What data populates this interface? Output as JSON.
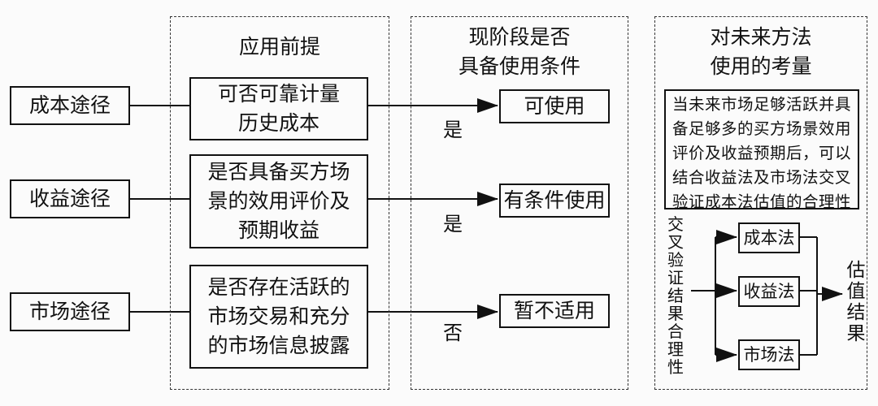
{
  "headers": {
    "col1": "应用前提",
    "col2": "现阶段是否\n具备使用条件",
    "col3": "对未来方法\n使用的考量"
  },
  "approaches": [
    "成本途径",
    "收益途径",
    "市场途径"
  ],
  "premises": [
    "可否可靠计量\n历史成本",
    "是否具备买方场\n景的效用评价及\n预期收益",
    "是否存在活跃的\n市场交易和充分\n的市场信息披露"
  ],
  "answers": [
    "是",
    "是",
    "否"
  ],
  "conditions": [
    "可使用",
    "有条件使用",
    "暂不适用"
  ],
  "future_note": "当未来市场足够活跃并具备足够多的买方场景效用评价及收益预期后，可以结合收益法及市场法交叉验证成本法估值的合理性",
  "cross_check_label": "交叉验证结果合理性",
  "methods": [
    "成本法",
    "收益法",
    "市场法"
  ],
  "result_label": "估值结果"
}
